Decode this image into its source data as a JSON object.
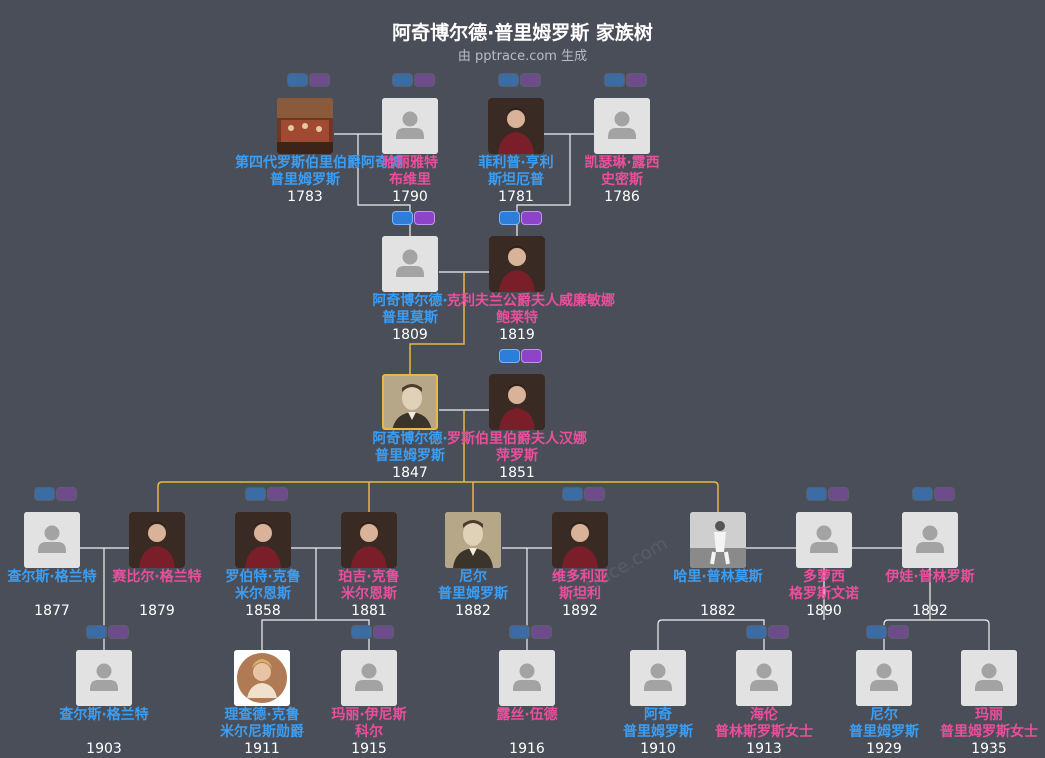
{
  "title": "阿奇博尔德·普里姆罗斯 家族树",
  "subtitle": "由 pptrace.com 生成",
  "watermark": "pptrace.com",
  "colors": {
    "male": "#3a9ef5",
    "female": "#ea4f9c",
    "highlight": "#e8b944"
  },
  "people": [
    {
      "id": "p1",
      "gender": "m",
      "photo": "painting",
      "lines": [
        "第四代罗斯伯里伯爵阿奇博",
        "普里姆罗斯"
      ],
      "year": "1783",
      "toggle": "dim"
    },
    {
      "id": "p2",
      "gender": "f",
      "photo": "none",
      "lines": [
        "哈丽雅特",
        "布维里"
      ],
      "year": "1790",
      "toggle": "dim"
    },
    {
      "id": "p3",
      "gender": "m",
      "photo": "portrait",
      "lines": [
        "菲利普·亨利",
        "斯坦厄普"
      ],
      "year": "1781",
      "toggle": "dim"
    },
    {
      "id": "p4",
      "gender": "f",
      "photo": "none",
      "lines": [
        "凯瑟琳·露西",
        "史密斯"
      ],
      "year": "1786",
      "toggle": "dim"
    },
    {
      "id": "p5",
      "gender": "m",
      "photo": "none",
      "lines": [
        "阿奇博尔德·",
        "普里莫斯"
      ],
      "year": "1809",
      "toggle": "blue"
    },
    {
      "id": "p6",
      "gender": "f",
      "photo": "portrait",
      "lines": [
        "克利夫兰公爵夫人威廉敏娜",
        "鲍莱特"
      ],
      "year": "1819",
      "toggle": "blue"
    },
    {
      "id": "p7",
      "gender": "m",
      "photo": "sepia",
      "lines": [
        "阿奇博尔德·",
        "普里姆罗斯"
      ],
      "year": "1847",
      "toggle": "none",
      "highlight": true
    },
    {
      "id": "p8",
      "gender": "f",
      "photo": "portrait",
      "lines": [
        "罗斯伯里伯爵夫人汉娜",
        "萍罗斯"
      ],
      "year": "1851",
      "toggle": "blue"
    },
    {
      "id": "p9",
      "gender": "m",
      "photo": "none",
      "lines": [
        "查尔斯·格兰特"
      ],
      "year": "1877",
      "toggle": "dim"
    },
    {
      "id": "p10",
      "gender": "f",
      "photo": "portrait",
      "lines": [
        "赛比尔·格兰特"
      ],
      "year": "1879",
      "toggle": "none"
    },
    {
      "id": "p11",
      "gender": "m",
      "photo": "portrait",
      "lines": [
        "罗伯特·克鲁",
        "米尔恩斯"
      ],
      "year": "1858",
      "toggle": "dim"
    },
    {
      "id": "p12",
      "gender": "f",
      "photo": "portrait",
      "lines": [
        "珀吉·克鲁",
        "米尔恩斯"
      ],
      "year": "1881",
      "toggle": "none"
    },
    {
      "id": "p13",
      "gender": "m",
      "photo": "sepia",
      "lines": [
        "尼尔",
        "普里姆罗斯"
      ],
      "year": "1882",
      "toggle": "none"
    },
    {
      "id": "p14",
      "gender": "f",
      "photo": "portrait",
      "lines": [
        "维多利亚",
        "斯坦利"
      ],
      "year": "1892",
      "toggle": "dim"
    },
    {
      "id": "p15",
      "gender": "m",
      "photo": "bw",
      "lines": [
        "哈里·普林莫斯"
      ],
      "year": "1882",
      "toggle": "none"
    },
    {
      "id": "p16",
      "gender": "f",
      "photo": "none",
      "lines": [
        "多萝西",
        "格罗斯文诺"
      ],
      "year": "1890",
      "toggle": "dim"
    },
    {
      "id": "p17",
      "gender": "f",
      "photo": "none",
      "lines": [
        "伊娃·普林罗斯"
      ],
      "year": "1892",
      "toggle": "dim"
    },
    {
      "id": "p18",
      "gender": "m",
      "photo": "none",
      "lines": [
        "查尔斯·格兰特"
      ],
      "year": "1903",
      "toggle": "dim"
    },
    {
      "id": "p19",
      "gender": "m",
      "photo": "round",
      "lines": [
        "理查德·克鲁",
        "米尔尼斯勋爵"
      ],
      "year": "1911",
      "toggle": "none"
    },
    {
      "id": "p20",
      "gender": "f",
      "photo": "none",
      "lines": [
        "玛丽·伊尼斯",
        "科尔"
      ],
      "year": "1915",
      "toggle": "dim"
    },
    {
      "id": "p21",
      "gender": "f",
      "photo": "none",
      "lines": [
        "露丝·伍德"
      ],
      "year": "1916",
      "toggle": "dim"
    },
    {
      "id": "p22",
      "gender": "m",
      "photo": "none",
      "lines": [
        "阿奇",
        "普里姆罗斯"
      ],
      "year": "1910",
      "toggle": "none"
    },
    {
      "id": "p23",
      "gender": "f",
      "photo": "none",
      "lines": [
        "海伦",
        "普林斯罗斯女士"
      ],
      "year": "1913",
      "toggle": "dim"
    },
    {
      "id": "p24",
      "gender": "m",
      "photo": "none",
      "lines": [
        "尼尔",
        "普里姆罗斯"
      ],
      "year": "1929",
      "toggle": "dim"
    },
    {
      "id": "p25",
      "gender": "f",
      "photo": "none",
      "lines": [
        "玛丽",
        "普里姆罗斯女士"
      ],
      "year": "1935",
      "toggle": "none"
    }
  ]
}
